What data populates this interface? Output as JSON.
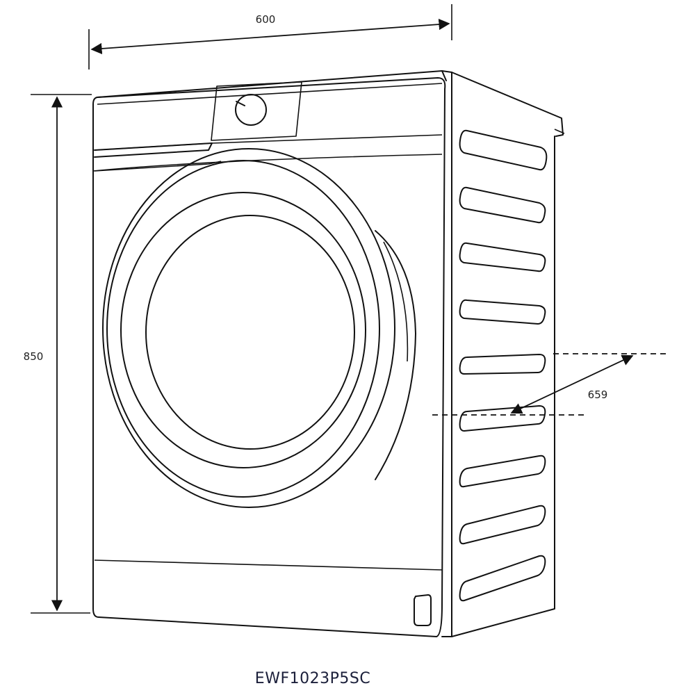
{
  "dimensions": {
    "width_label": "600",
    "height_label": "850",
    "depth_label": "659"
  },
  "model": {
    "name": "EWF1023P5SC"
  },
  "colors": {
    "line": "#111111",
    "model_text": "#1b1f3a",
    "background": "#ffffff"
  }
}
